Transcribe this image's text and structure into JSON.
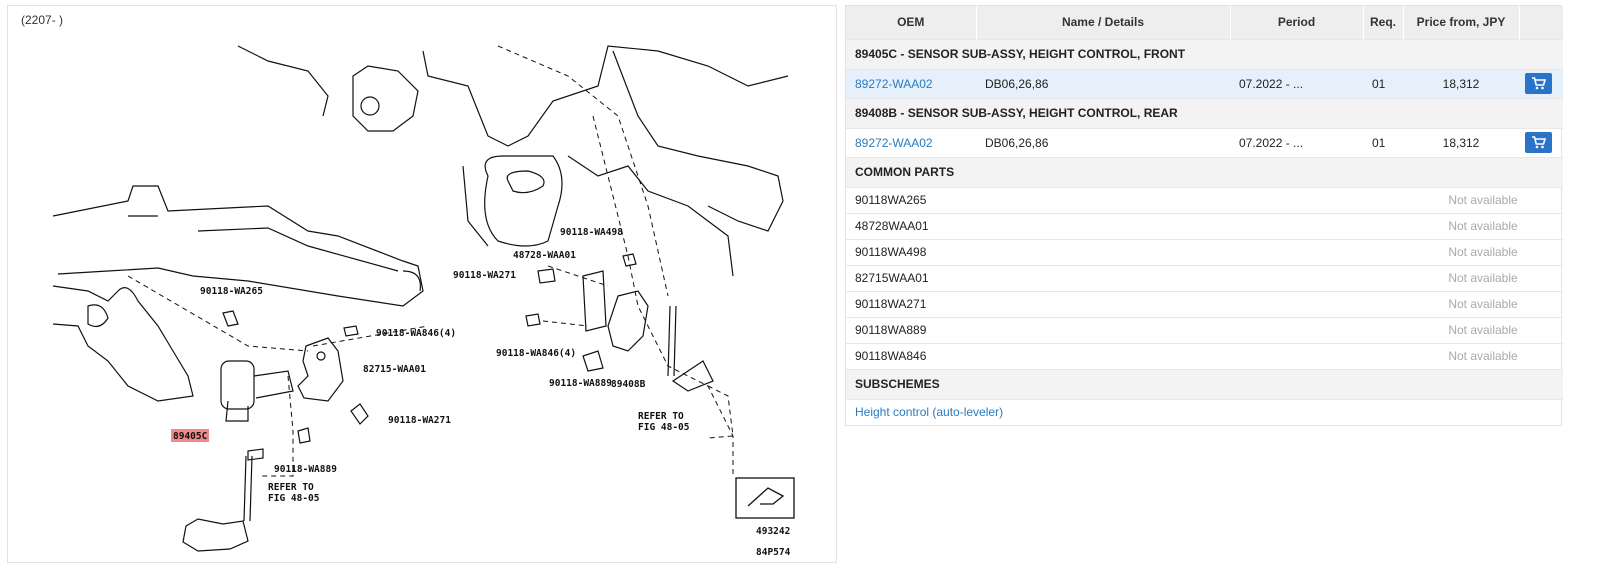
{
  "scheme": {
    "caption": "(2207- )",
    "callouts": {
      "c1": "90118-WA498",
      "c2": "48728-WAA01",
      "c3": "90118-WA271",
      "c4": "90118-WA265",
      "c5": "90118-WA846(4)",
      "c6": "82715-WAA01",
      "c7": "90118-WA846(4)",
      "c8": "89405C",
      "c9": "90118-WA271",
      "c10": "90118-WA889",
      "c11": "89408B",
      "c12": "90118-WA889",
      "c13a": "REFER TO",
      "c13b": "FIG 48-05",
      "c14a": "REFER TO",
      "c14b": "FIG 48-05",
      "ref1": "493242",
      "ref2": "84P574"
    }
  },
  "table": {
    "headers": {
      "oem": "OEM",
      "name": "Name / Details",
      "period": "Period",
      "req": "Req.",
      "price": "Price from, JPY"
    },
    "groups": [
      {
        "title": "89405C - SENSOR SUB-ASSY, HEIGHT CONTROL, FRONT",
        "part": {
          "oem": "89272-WAA02",
          "details": "DB06,26,86",
          "period": "07.2022 - ...",
          "req": "01",
          "price": "18,312"
        }
      },
      {
        "title": "89408B - SENSOR SUB-ASSY, HEIGHT CONTROL, REAR",
        "part": {
          "oem": "89272-WAA02",
          "details": "DB06,26,86",
          "period": "07.2022 - ...",
          "req": "01",
          "price": "18,312"
        }
      }
    ],
    "common_title": "COMMON PARTS",
    "common": [
      {
        "oem": "90118WA265",
        "status": "Not available"
      },
      {
        "oem": "48728WAA01",
        "status": "Not available"
      },
      {
        "oem": "90118WA498",
        "status": "Not available"
      },
      {
        "oem": "82715WAA01",
        "status": "Not available"
      },
      {
        "oem": "90118WA271",
        "status": "Not available"
      },
      {
        "oem": "90118WA889",
        "status": "Not available"
      },
      {
        "oem": "90118WA846",
        "status": "Not available"
      }
    ],
    "subschemes_title": "SUBSCHEMES",
    "subscheme_link": "Height control (auto-leveler)",
    "icons": {
      "cart": "cart-icon"
    },
    "colors": {
      "link": "#2a7bc0",
      "button": "#2b73c9",
      "selected_row": "#e5f0fb",
      "highlight": "#f08a8a"
    }
  }
}
